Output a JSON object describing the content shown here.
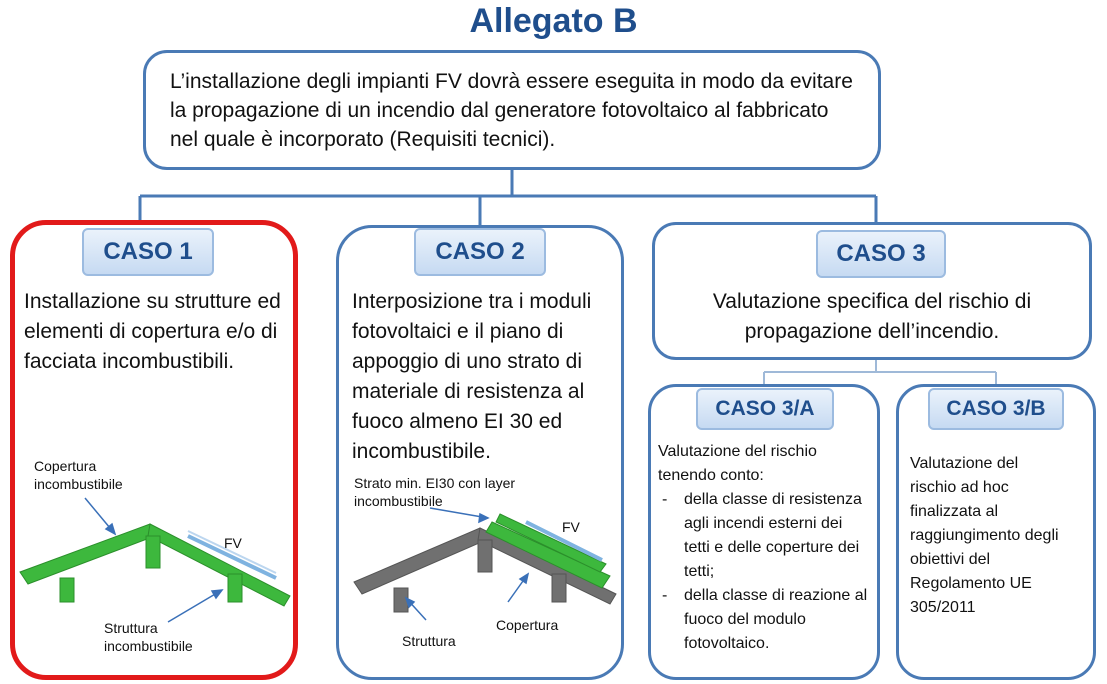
{
  "title": "Allegato B",
  "intro": "L’installazione degli impianti FV dovrà essere eseguita in modo da evitare la propagazione di un incendio dal generatore fotovoltaico al fabbricato nel quale è incorporato (Requisiti tecnici).",
  "caso1": {
    "label": "CASO 1",
    "text": "Installazione su strutture ed elementi di copertura e/o di facciata incombustibili.",
    "annot_copertura": "Copertura incombustibile",
    "annot_fv": "FV",
    "annot_struttura": "Struttura incombustibile"
  },
  "caso2": {
    "label": "CASO 2",
    "text": "Interposizione tra i moduli fotovoltaici e il piano di appoggio di uno strato di materiale di resistenza al fuoco almeno EI 30 ed incombustibile.",
    "annot_strato": "Strato min. EI30 con layer incombustibile",
    "annot_fv": "FV",
    "annot_struttura": "Struttura",
    "annot_copertura": "Copertura"
  },
  "caso3": {
    "label": "CASO 3",
    "text": "Valutazione specifica del rischio di propagazione dell’incendio."
  },
  "caso3a": {
    "label": "CASO 3/A",
    "intro": "Valutazione del rischio tenendo conto:",
    "items": [
      "della classe di resistenza agli incendi esterni dei tetti e delle coperture dei tetti;",
      "della classe di reazione al fuoco del modulo fotovoltaico."
    ]
  },
  "caso3b": {
    "label": "CASO 3/B",
    "text": "Valutazione del rischio ad hoc finalizzata al raggiungimento degli obiettivi del Regolamento UE 305/2011"
  },
  "colors": {
    "title": "#1f4e8c",
    "border": "#4a7ab5",
    "highlight": "#e21a1a",
    "roof_green": "#3db83d",
    "roof_gray": "#707070",
    "fv_blue": "#7fb3e0"
  }
}
